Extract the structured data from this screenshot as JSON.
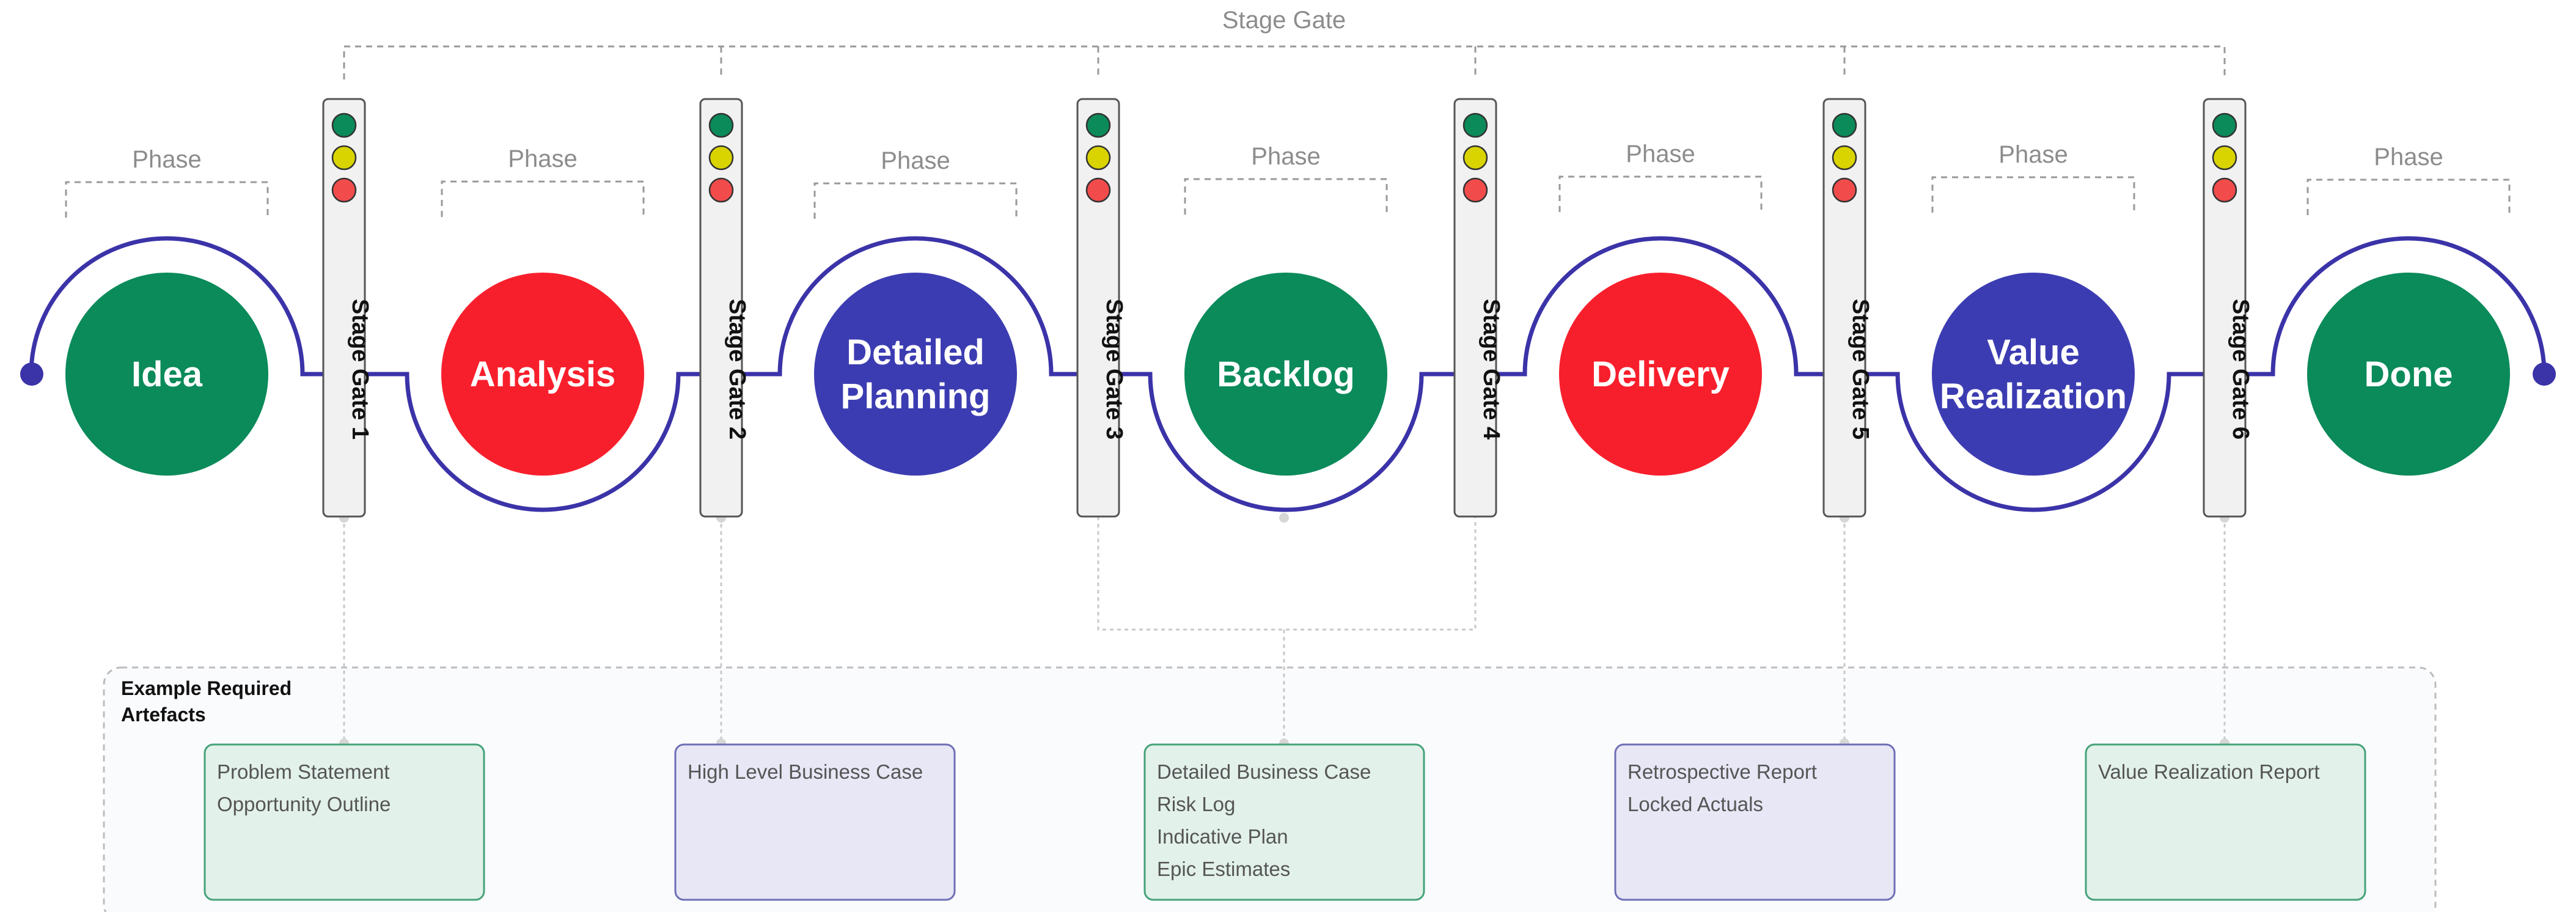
{
  "top_label": "Stage Gate",
  "phase_label": "Phase",
  "artefacts_heading": [
    "Example Required",
    "Artefacts"
  ],
  "phases": [
    {
      "lines": [
        "Idea"
      ],
      "color": "#0b8a5a"
    },
    {
      "lines": [
        "Analysis"
      ],
      "color": "#f81f2c"
    },
    {
      "lines": [
        "Detailed",
        "Planning"
      ],
      "color": "#3c3cb2"
    },
    {
      "lines": [
        "Backlog"
      ],
      "color": "#0b8a5a"
    },
    {
      "lines": [
        "Delivery"
      ],
      "color": "#f81f2c"
    },
    {
      "lines": [
        "Value",
        "Realization"
      ],
      "color": "#3c3cb2"
    },
    {
      "lines": [
        "Done"
      ],
      "color": "#0b8a5a"
    }
  ],
  "gates": [
    "Stage Gate 1",
    "Stage Gate 2",
    "Stage Gate 3",
    "Stage Gate 4",
    "Stage Gate 5",
    "Stage Gate 6"
  ],
  "lights": [
    "#0b8a5a",
    "#d9d400",
    "#f24b4b"
  ],
  "artefacts": [
    {
      "items": [
        "Problem Statement",
        "Opportunity Outline"
      ],
      "fill": "#e2f1ea",
      "stroke": "#45a27a"
    },
    {
      "items": [
        "High Level Business Case"
      ],
      "fill": "#e7e7f6",
      "stroke": "#6f6fb6"
    },
    {
      "items": [
        "Detailed Business Case",
        "Risk Log",
        "Indicative Plan",
        "Epic Estimates"
      ],
      "fill": "#e2f1ea",
      "stroke": "#45a27a"
    },
    {
      "items": [
        "Retrospective Report",
        "Locked Actuals"
      ],
      "fill": "#e7e7f6",
      "stroke": "#6f6fb6"
    },
    {
      "items": [
        "Value Realization Report"
      ],
      "fill": "#e2f1ea",
      "stroke": "#45a27a",
      "muted": true
    }
  ],
  "colors": {
    "track": "#3b33a8",
    "dashed": "#9a9a9a",
    "gate_fill": "#f1f1f1",
    "gate_stroke": "#555555",
    "container_fill": "#fafbfd",
    "container_stroke": "#bdbdbd"
  }
}
